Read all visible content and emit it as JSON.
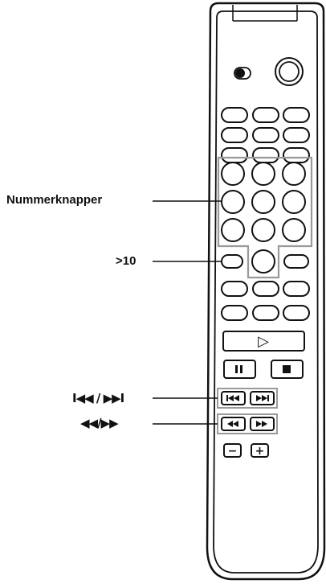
{
  "callouts": {
    "number_buttons": "Nummerknapper",
    "plus_ten": ">10",
    "skip": "I◀◀ / ▶▶I",
    "search": "◀◀/▶▶"
  },
  "remote": {
    "play_symbol": "▷",
    "pause_symbol": "II",
    "stop_symbol": "■",
    "minus_symbol": "−",
    "plus_symbol": "+"
  },
  "colors": {
    "outline": "#111111",
    "highlight_box": "#9a9a9a"
  },
  "icons": [
    "power-switch-icon",
    "jog-dial-icon",
    "prev-track-icon",
    "next-track-icon",
    "rewind-icon",
    "fast-forward-icon"
  ]
}
